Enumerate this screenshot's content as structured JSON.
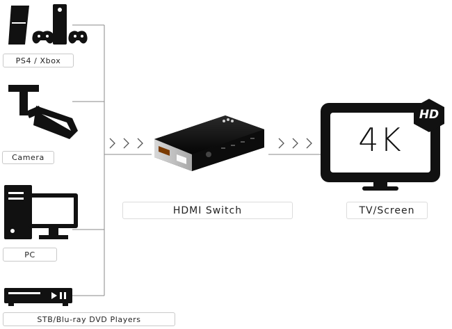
{
  "sources": [
    {
      "label": "PS4 / Xbox",
      "icon": "game-console-icon"
    },
    {
      "label": "Camera",
      "icon": "security-camera-icon"
    },
    {
      "label": "PC",
      "icon": "desktop-pc-icon"
    },
    {
      "label": "STB/Blu-ray DVD Players",
      "icon": "dvd-player-icon"
    }
  ],
  "switch": {
    "label": "HDMI Switch",
    "icon": "hdmi-switch-icon"
  },
  "display": {
    "label": "TV/Screen",
    "icon": "tv-screen-icon",
    "resolution_text": "4K",
    "badge_text": "HD"
  },
  "colors": {
    "icon": "#111111",
    "line": "#8a8a8a",
    "box_border": "#c9c9c9"
  }
}
